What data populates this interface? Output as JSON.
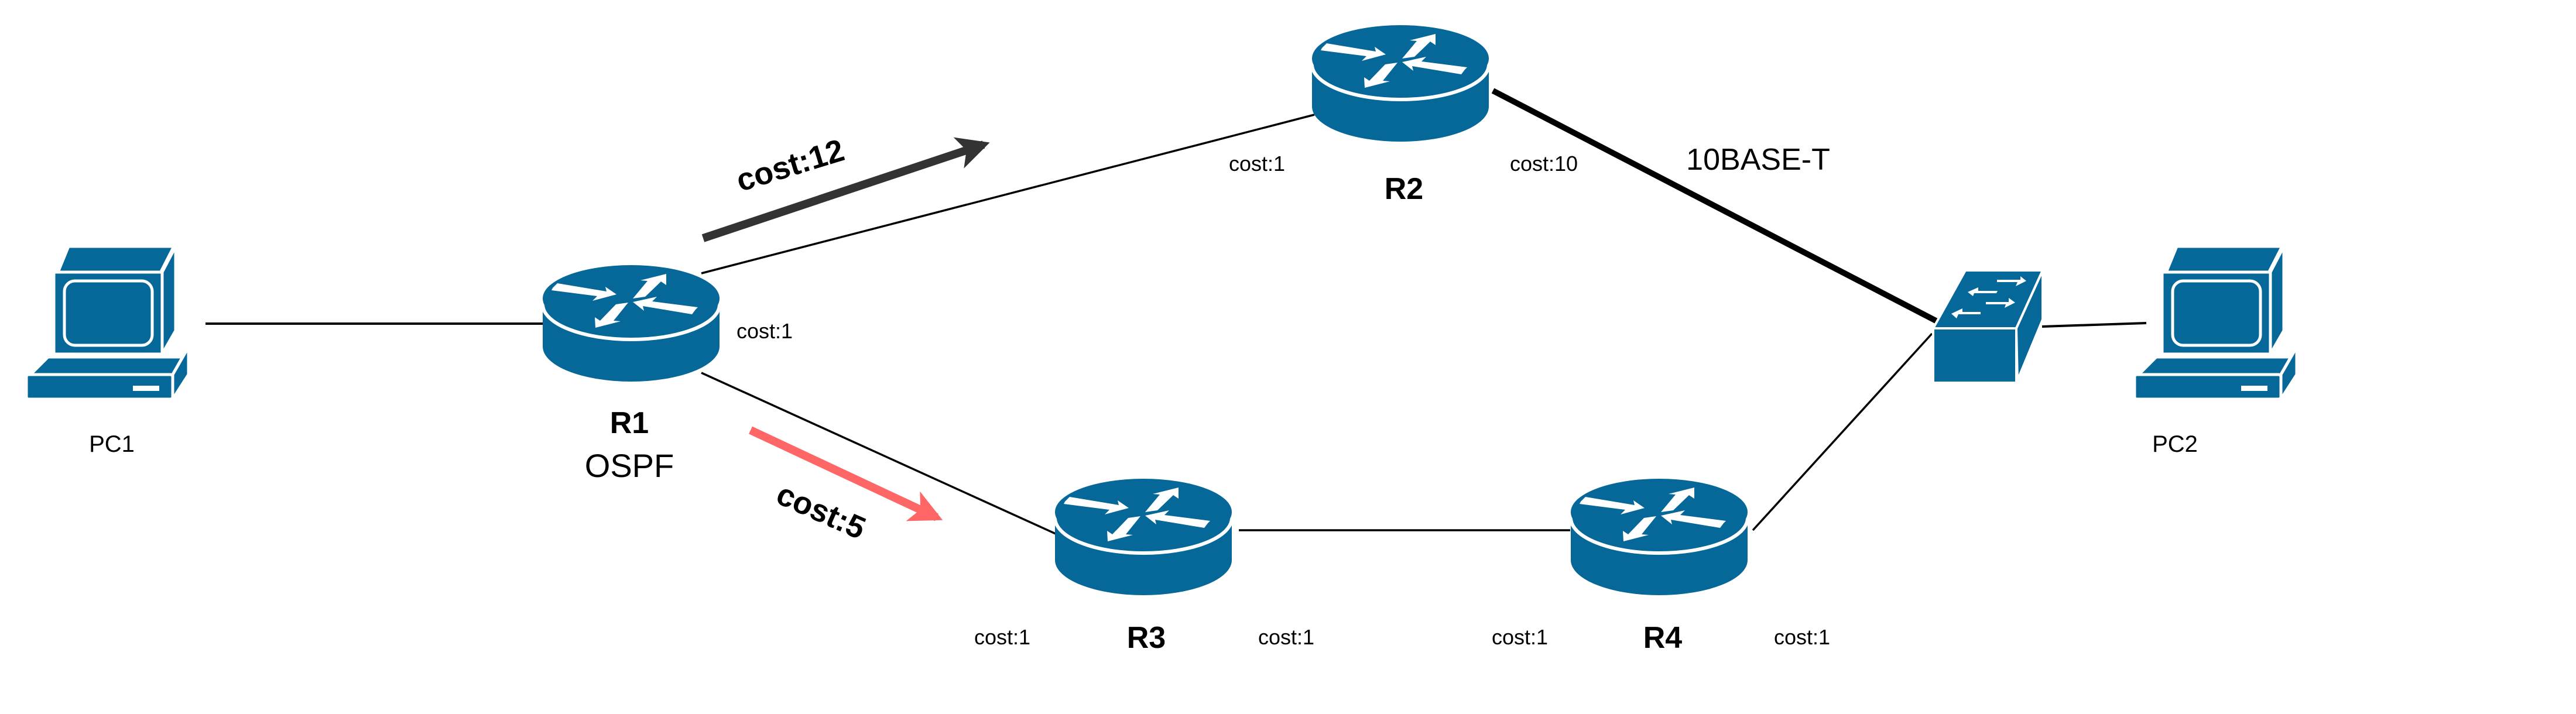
{
  "colors": {
    "device": "#066898",
    "arrow_dark": "#333333",
    "arrow_red": "#FF6666",
    "link": "#000000"
  },
  "devices": {
    "pc1": {
      "label": "PC1",
      "icon": "computer-icon"
    },
    "pc2": {
      "label": "PC2",
      "icon": "computer-icon"
    },
    "r1": {
      "label": "R1",
      "protocol": "OSPF",
      "icon": "router-icon",
      "cost": "cost:1"
    },
    "r2": {
      "label": "R2",
      "icon": "router-icon",
      "cost_left": "cost:1",
      "cost_right": "cost:10"
    },
    "r3": {
      "label": "R3",
      "icon": "router-icon",
      "cost_left": "cost:1",
      "cost_right": "cost:1"
    },
    "r4": {
      "label": "R4",
      "icon": "router-icon",
      "cost_left": "cost:1",
      "cost_right": "cost:1"
    },
    "switch": {
      "icon": "switch-icon"
    }
  },
  "links": {
    "r2_switch_media": "10BASE-T"
  },
  "paths": {
    "upper": {
      "label": "cost:12"
    },
    "lower": {
      "label": "cost:5"
    }
  }
}
